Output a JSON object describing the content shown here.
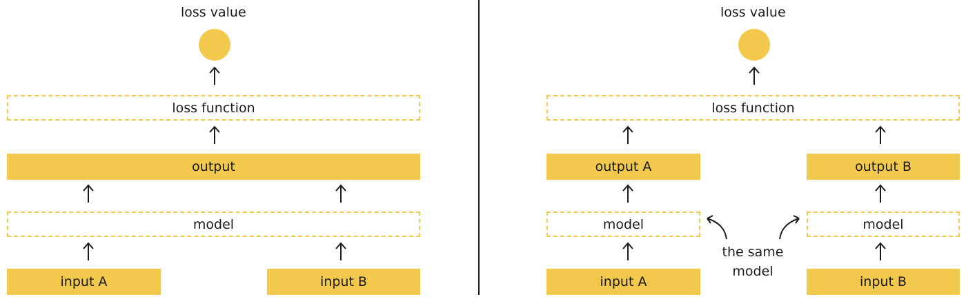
{
  "colors": {
    "accent": "#f2c94c",
    "ink": "#1a1a1a"
  },
  "left": {
    "loss_value": "loss value",
    "loss_function": "loss function",
    "output": "output",
    "model": "model",
    "input_a": "input A",
    "input_b": "input B"
  },
  "right": {
    "loss_value": "loss value",
    "loss_function": "loss function",
    "output_a": "output A",
    "output_b": "output B",
    "model_a": "model",
    "model_b": "model",
    "input_a": "input A",
    "input_b": "input B",
    "note_line1": "the same",
    "note_line2": "model"
  }
}
